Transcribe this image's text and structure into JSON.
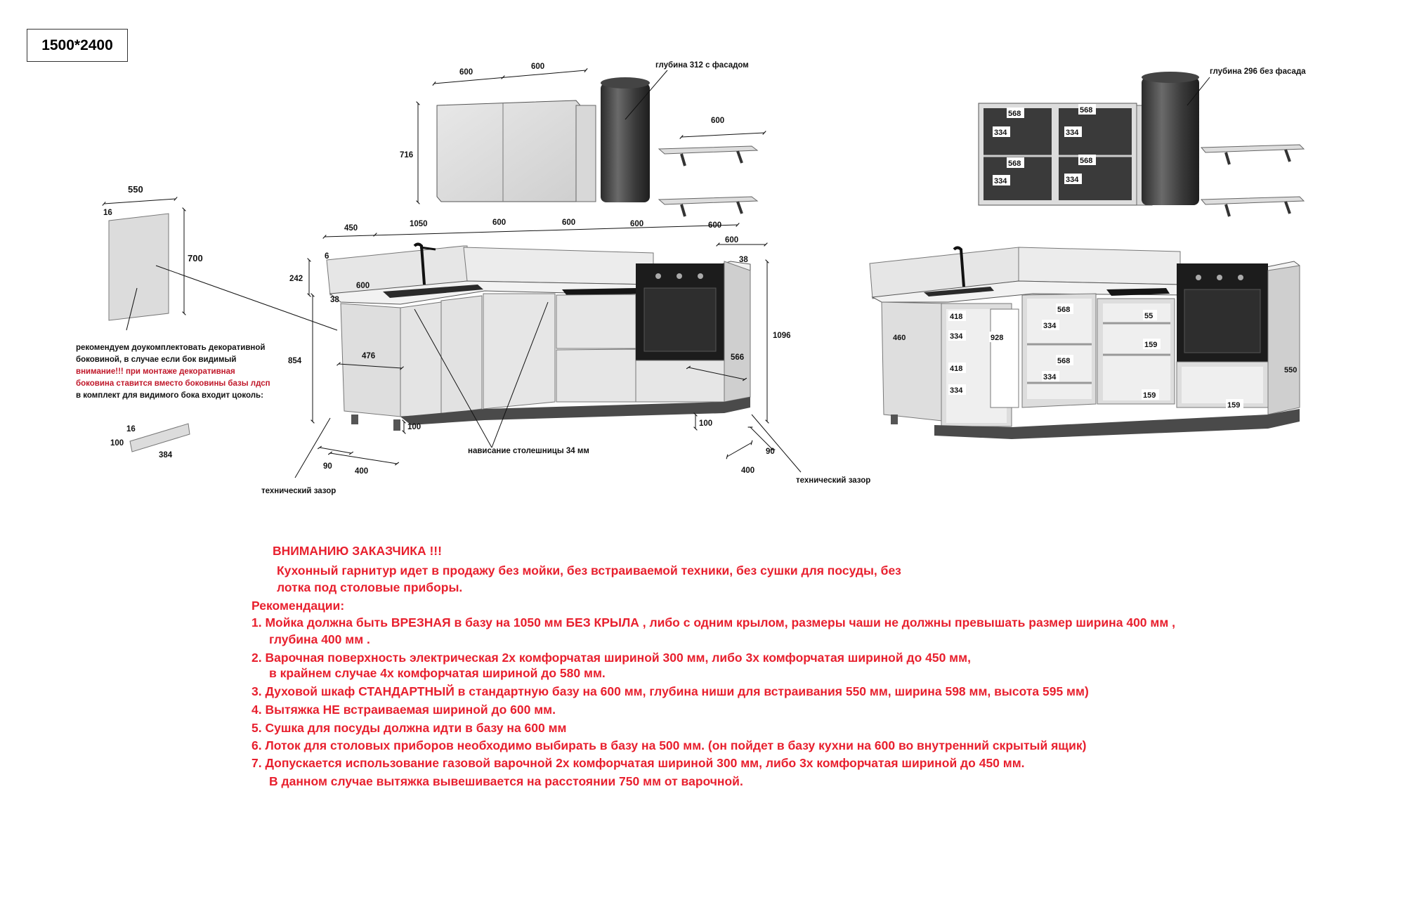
{
  "size_label": "1500*2400",
  "left_dims": {
    "upper_600_a": "600",
    "upper_600_b": "600",
    "upper_height": "716",
    "hood_depth": "глубина 312 с фасадом",
    "shelf_width": "600",
    "panel_width": "550",
    "panel_thickness": "16",
    "panel_height": "700",
    "base_450": "450",
    "base_1050": "1050",
    "base_600_a": "600",
    "base_600_b": "600",
    "base_600_c": "600",
    "base_600_d": "600",
    "right_600": "600",
    "gap_6": "6",
    "backsplash_242": "242",
    "sink_600": "600",
    "top_38_left": "38",
    "top_38_right": "38",
    "depth_476": "476",
    "height_854": "854",
    "height_1096": "1096",
    "depth_566": "566",
    "leg_100_left": "100",
    "leg_100_right": "100",
    "gap_90_left": "90",
    "gap_400_left": "400",
    "gap_90_right": "90",
    "gap_400_right": "400",
    "overhang": "нависание столешницы 34 мм",
    "tech_gap_left": "технический зазор",
    "tech_gap_right": "технический зазор",
    "plinth_16": "16",
    "plinth_100": "100",
    "plinth_384": "384"
  },
  "side_note": {
    "line1": "рекомендуем доукомплектовать декоративной",
    "line2": "боковиной, в случае если бок видимый",
    "line3_red_a": "внимание!!!",
    "line3_red_b": " при монтаже декоративная",
    "line4_red": "боковина ставится вместо боковины базы лдсп",
    "line5": "в комплект для видимого бока входит цоколь:"
  },
  "right_dims": {
    "hood_depth": "глубина 296 без фасада",
    "uw_568_a": "568",
    "uw_568_b": "568",
    "uw_568_c": "568",
    "uw_568_d": "568",
    "uw_334_a": "334",
    "uw_334_b": "334",
    "uw_334_c": "334",
    "uw_334_d": "334",
    "b_460": "460",
    "b_418_a": "418",
    "b_418_b": "418",
    "b_334_a": "334",
    "b_334_b": "334",
    "b_928": "928",
    "b_568_a": "568",
    "b_568_b": "568",
    "b_334_c": "334",
    "b_334_d": "334",
    "b_55": "55",
    "b_159_a": "159",
    "b_159_b": "159",
    "b_159_c": "159",
    "b_550": "550"
  },
  "notice": {
    "heading": "ВНИМАНИЮ ЗАКАЗЧИКА !!!",
    "intro1": "Кухонный гарнитур идет в продажу без мойки, без встраиваемой техники, без сушки для посуды, без",
    "intro2": "лотка под столовые приборы.",
    "rec_heading": "Рекомендации:",
    "r1a": "1.  Мойка должна быть ВРЕЗНАЯ в базу на 1050 мм БЕЗ КРЫЛА , либо с одним крылом, размеры чаши  не должны превышать размер ширина  400  мм ,",
    "r1b": "глубина  400 мм .",
    "r2a": "2.  Варочная поверхность электрическая 2х комфорчатая  шириной 300 мм, либо 3х комфорчатая шириной до 450 мм,",
    "r2b": "в крайнем случае 4х комфорчатая шириной до 580 мм.",
    "r3": "3.  Духовой шкаф СТАНДАРТНЫЙ в стандартную базу на 600 мм, глубина ниши для встраивания 550 мм, ширина 598 мм, высота 595 мм)",
    "r4": "4.  Вытяжка НЕ встраиваемая шириной до 600 мм.",
    "r5": "5.  Сушка для посуды должна идти в базу на 600 мм",
    "r6": "6.  Лоток для столовых приборов необходимо выбирать в базу на 500 мм. (он пойдет в базу кухни на 600 во внутренний скрытый ящик)",
    "r7a": "7.  Допускается  использование газовой варочной 2х комфорчатая  шириной  300 мм,  либо 3х комфорчатая шириной до 450 мм.",
    "r7b": "В данном случае вытяжка вывешивается на расстоянии 750 мм от варочной."
  }
}
